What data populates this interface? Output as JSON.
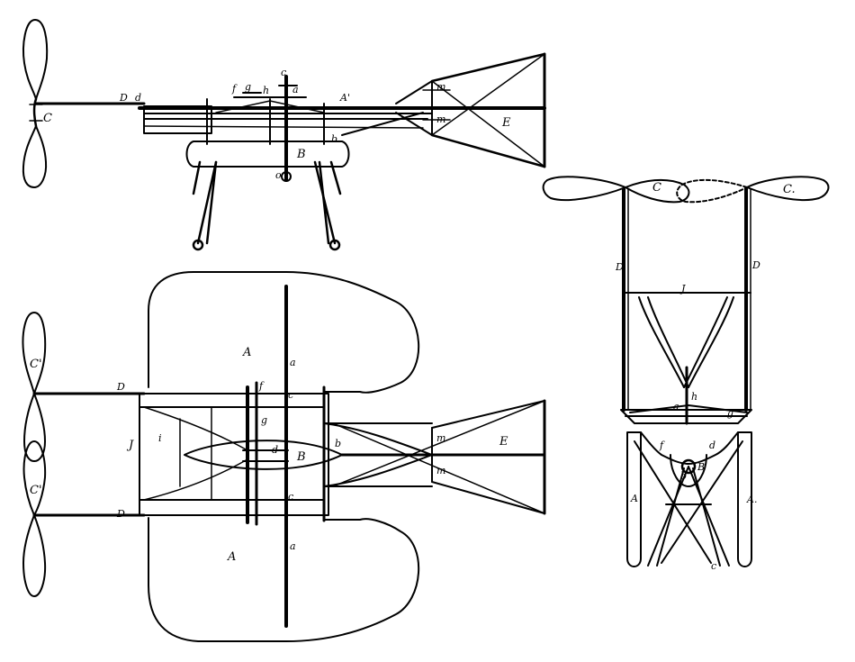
{
  "colors": {
    "ink": "#000000",
    "paper": "#ffffff"
  },
  "side_view": {
    "labels": {
      "C": "C",
      "D": "D",
      "D_small": "d",
      "a": "a",
      "A_prime": "A'",
      "m": "m",
      "E": "E",
      "B": "B",
      "b": "b",
      "f": "f",
      "g": "g",
      "h": "h",
      "c": "c",
      "o": "o"
    }
  },
  "plan_view": {
    "labels": {
      "C_upper": "C'",
      "C_lower": "C'",
      "D_upper": "D",
      "D_lower": "D",
      "A_upper": "A",
      "A_lower": "A",
      "a_upper": "a",
      "a_lower": "a",
      "c_upper": "c",
      "c_lower": "c",
      "d": "d",
      "B": "B",
      "m_upper": "m",
      "m_lower": "m",
      "E": "E",
      "J": "J",
      "f": "f",
      "g": "g",
      "b": "b",
      "i": "i"
    }
  },
  "front_view": {
    "labels": {
      "C_left": "C",
      "C_right": "C.",
      "D_left": "D",
      "D_right": "D",
      "J": "J",
      "h": "h",
      "A_left": "A",
      "A_right": "A.",
      "f": "f",
      "d": "d",
      "b": "b",
      "a": "a",
      "g": "g",
      "B": "B",
      "c": "c"
    }
  }
}
